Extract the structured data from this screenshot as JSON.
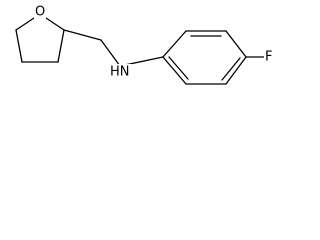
{
  "molecule": {
    "atom_labels": {
      "oxygen": "O",
      "amine": "HN",
      "fluorine": "F"
    },
    "colors": {
      "bond": "#000000",
      "background": "#ffffff"
    }
  }
}
